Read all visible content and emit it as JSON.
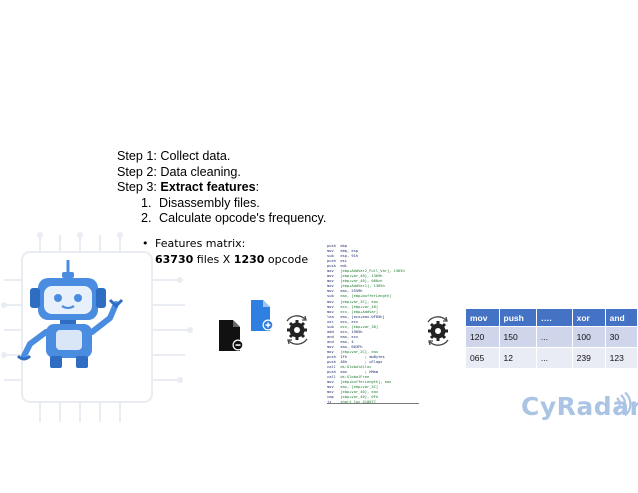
{
  "steps": {
    "step1": "Step 1: Collect data.",
    "step2": "Step 2: Data cleaning.",
    "step3_prefix": "Step 3: ",
    "step3_bold": "Extract features",
    "step3_suffix": ":",
    "substeps": [
      {
        "num": "1.",
        "text": "Disassembly files."
      },
      {
        "num": "2.",
        "text": "Calculate opcode's frequency."
      }
    ]
  },
  "features": {
    "bullet": "•",
    "title": "Features matrix:",
    "files_count": "63730",
    "files_label": " files X ",
    "opcode_count": "1230",
    "opcode_label": " opcode"
  },
  "table": {
    "headers": [
      "mov",
      "push",
      "….",
      "xor",
      "and"
    ],
    "rows": [
      [
        "120",
        "150",
        "...",
        "100",
        "30"
      ],
      [
        "065",
        "12",
        "...",
        "239",
        "123"
      ]
    ]
  },
  "brand": {
    "name": "CyRadar",
    "color": "#abc4e4"
  },
  "colors": {
    "robot_blue": "#4a8de0",
    "table_header": "#4472c4",
    "table_row1": "#cfd5ea",
    "table_row2": "#e9ebf5"
  },
  "icons": [
    "robot-icon",
    "file-remove-icon",
    "file-add-icon",
    "gear-process-icon",
    "brand-signal-icon"
  ],
  "code": [
    [
      "push",
      "ebp"
    ],
    [
      "mov",
      "ebp, esp"
    ],
    [
      "sub",
      "esp, 91h"
    ],
    [
      "push",
      "esi"
    ],
    [
      "push",
      "edi"
    ],
    [
      "mov",
      "[ebp+AddVar2_Full_Var], 1365h"
    ],
    [
      "mov",
      "[ebp+var_40], 1369h"
    ],
    [
      "mov",
      "[ebp+var_40], 000ch"
    ],
    [
      "mov",
      "[ebp+AddVar1], 1365h"
    ],
    [
      "mov",
      "eax, 2559h"
    ],
    [
      "sub",
      "eax, [ebp+bufferLength]"
    ],
    [
      "mov",
      "[ebp+var_3C], eax"
    ],
    [
      "mov",
      "ecx, [ebp+var_48]"
    ],
    [
      "mov",
      "ecx, [ebp+AddVar]"
    ],
    [
      "lea",
      "eax, [ecx+eax-0F85h]"
    ],
    [
      "xor",
      "ecx, ecx"
    ],
    [
      "sub",
      "ecx, [ebp+var_38]"
    ],
    [
      "add",
      "ecx, 1985h"
    ],
    [
      "and",
      "eax, ecx"
    ],
    [
      "and",
      "eax, 4"
    ],
    [
      "mov",
      "eax, 003Fh"
    ],
    [
      "mov",
      "[ebp+var_2C], eax"
    ],
    [
      "push",
      "1Fh",
      "; dwBytes"
    ],
    [
      "push",
      "48h",
      "; uFlags"
    ],
    [
      "call",
      "ds:GlobalAlloc"
    ],
    [
      "push",
      "eax",
      "; hMem"
    ],
    [
      "call",
      "ds:GlobalFree"
    ],
    [
      "mov",
      "[ebp+bufferLength], eax"
    ],
    [
      "mov",
      "eax, [ebp+var_3C]"
    ],
    [
      "mov",
      "[ebp+var_40], eax"
    ],
    [
      "cmp",
      "[ebp+var_40], 0Fh"
    ],
    [
      "jz",
      "short loc_41007C"
    ]
  ]
}
